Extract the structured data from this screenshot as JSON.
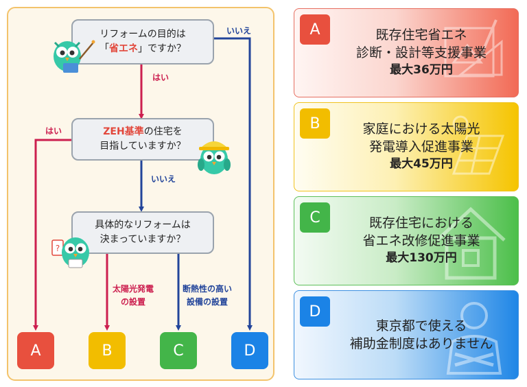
{
  "flowchart": {
    "q1": {
      "line1": "リフォームの目的は",
      "pre": "「",
      "highlight": "省エネ",
      "post": "」ですか？"
    },
    "q2": {
      "highlight": "ZEH基準",
      "post": "の住宅を",
      "line2": "目指していますか？"
    },
    "q3": {
      "line1": "具体的なリフォームは",
      "line2": "決まっていますか？"
    },
    "labels": {
      "q1_no": "いいえ",
      "q1_yes": "はい",
      "q2_yes": "はい",
      "q2_no": "いいえ",
      "b_line1": "太陽光発電",
      "b_line2": "の設置",
      "c_line1": "断熱性の高い",
      "c_line2": "設備の設置"
    },
    "endpoints": [
      "A",
      "B",
      "C",
      "D"
    ]
  },
  "programs": [
    {
      "letter": "A",
      "title_lines": [
        "既存住宅省エネ",
        "診断・設計等支援事業"
      ],
      "amount": "最大36万円",
      "icon": "blueprint-icon",
      "color": "#e8503e"
    },
    {
      "letter": "B",
      "title_lines": [
        "家庭における太陽光",
        "発電導入促進事業"
      ],
      "amount": "最大45万円",
      "icon": "solar-panel-icon",
      "color": "#f2bd00"
    },
    {
      "letter": "C",
      "title_lines": [
        "既存住宅における",
        "省エネ改修促進事業"
      ],
      "amount": "最大130万円",
      "icon": "house-icon",
      "color": "#43b549"
    },
    {
      "letter": "D",
      "title_lines": [
        "東京都で使える",
        "補助金制度はありません"
      ],
      "amount": "",
      "icon": "person-crossed-arms-icon",
      "color": "#1b83e6"
    }
  ],
  "colors": {
    "red": "#cc1f4f",
    "blue": "#22449a",
    "panel_border": "#f3c36b",
    "panel_bg": "#fdf7ea"
  }
}
